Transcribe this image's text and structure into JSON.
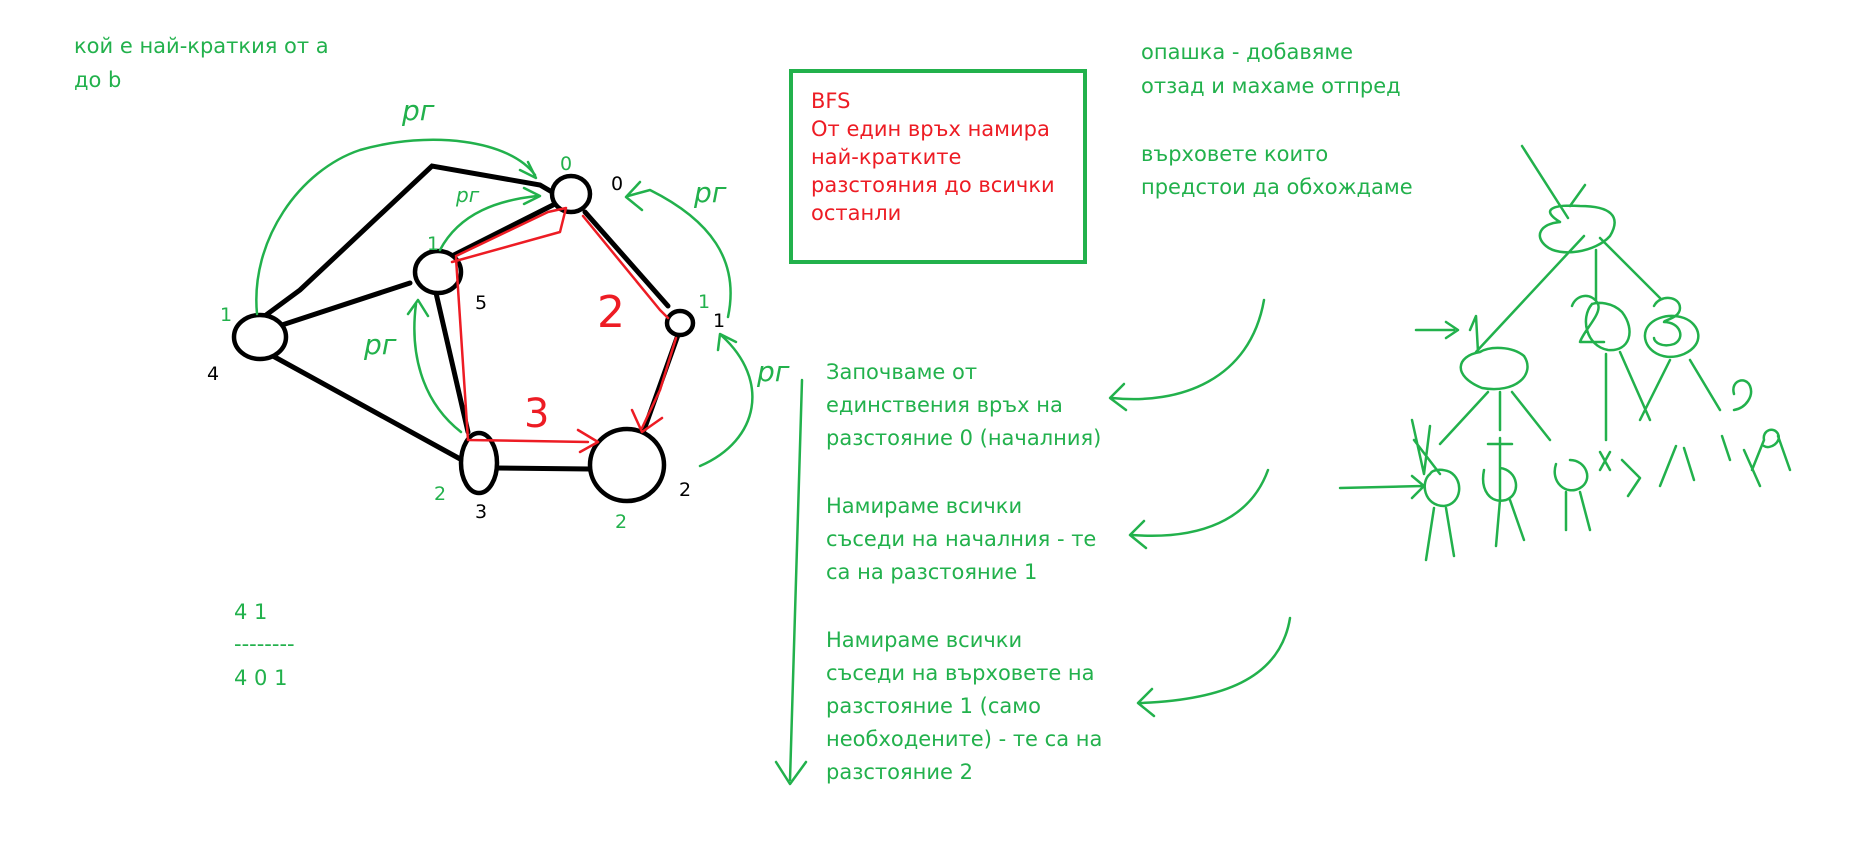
{
  "question": [
    "кой е най-краткия от a",
    "до b"
  ],
  "bfs_box": {
    "title": "BFS",
    "lines": [
      "От един връх намира",
      "най-кратките",
      "разстояния до всички",
      "останли"
    ]
  },
  "queue_note": [
    "опашка - добавяме",
    "отзад и махаме отпред"
  ],
  "vertices_note": [
    "върховете които",
    "предстои да обхождаме"
  ],
  "step1": [
    "Започваме от",
    "единствения връх на",
    "разстояние 0 (началния)"
  ],
  "step2": [
    "Намираме всички",
    "съседи на началния - те",
    "са на разстояние 1"
  ],
  "step3": [
    "Намираме всички",
    "съседи на върховете на",
    "разстояние 1 (само",
    "необходените) - те са на",
    "разстояние 2"
  ],
  "numbers_note": [
    "4 1",
    "--------",
    "4 0 1"
  ],
  "graph": {
    "node_ids": {
      "n0": "0",
      "n1": "1",
      "n2": "2",
      "n3": "3",
      "n4": "4",
      "n5": "5"
    },
    "distances": {
      "n0": "0",
      "n1": "1",
      "n2": "2",
      "n3": "2",
      "n4": "1",
      "n5": "1"
    },
    "edge_weights": {
      "w2": "2",
      "w3": "3"
    },
    "handwritten": "рг"
  },
  "colors": {
    "green": "#22b14c",
    "red": "#ed1c24",
    "black": "#000000"
  }
}
